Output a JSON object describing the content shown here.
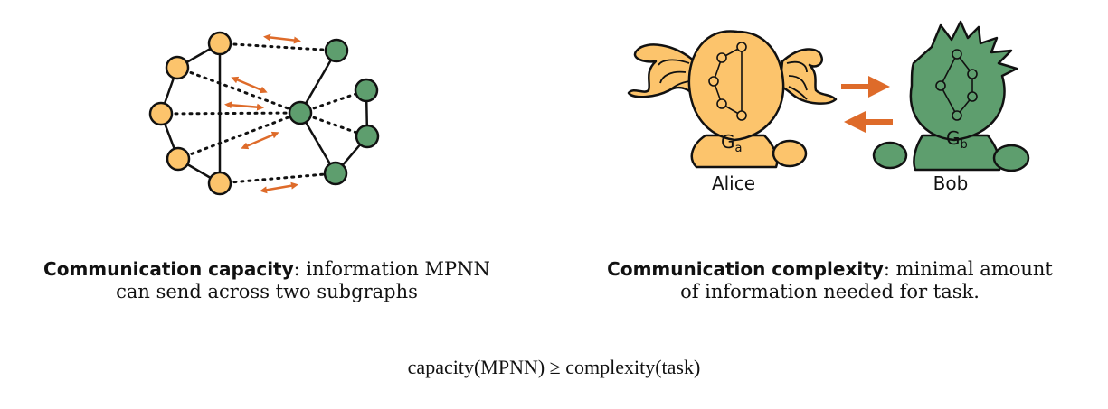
{
  "colors": {
    "left_node": "#FCC46C",
    "right_node": "#5E9E6E",
    "arrow": "#DE6B2A",
    "edge": "#111111"
  },
  "illustration": {
    "alice_label": "Alice",
    "bob_label": "Bob",
    "ga_main": "G",
    "ga_sub": "a",
    "gb_main": "G",
    "gb_sub": "b"
  },
  "captions": {
    "capacity_bold": "Communication capacity",
    "capacity_rest_line1": ": information MPNN",
    "capacity_rest_line2": "can send across two subgraphs",
    "complexity_bold": "Communication complexity",
    "complexity_rest_line1": ": minimal amount",
    "complexity_rest_line2": "of information needed for task."
  },
  "formula": "capacity(MPNN) ≥ complexity(task)"
}
